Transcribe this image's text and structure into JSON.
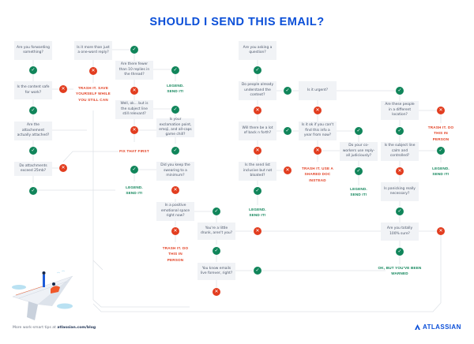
{
  "title": "SHOULD I SEND THIS EMAIL?",
  "colors": {
    "title": "#0b4fd8",
    "yes": "#10855a",
    "no": "#e23d1f",
    "box": "#f1f3f6",
    "line": "#dfe3e8"
  },
  "icons": {
    "yes": "✓",
    "no": "✕",
    "yes_name": "check-icon",
    "no_name": "x-icon"
  },
  "questions": {
    "forwarding": "Are you forwarding something?",
    "safe_for_work": "Is the content safe for work?",
    "attachment_attached": "Are the attachement actually attached?",
    "attachments_size": "Do attachments exceed 25mb?",
    "one_word_reply": "Is it more than just a one-word reply?",
    "fewer_replies": "Are there fewer than 10 replies in the thread?",
    "subject_relevant": "Well, ok... but is the subject line still relevant?",
    "exclamation": "Is your exclamation point, emoji, and all-caps game chill?",
    "swearing": "Did you keep the swearing to a minimum?",
    "emotional_space": "In a positive emotional space right now?",
    "drunk": "You're a little drunk, aren't you?",
    "emails_forever": "You know emails live forever, right?",
    "asking_question": "Are you asking a question?",
    "understand_context": "Do people already understand the context?",
    "urgent": "Is it urgent?",
    "back_n_forth": "Will there be a lot of back n forth?",
    "send_list": "Is the send list inclusive but not bloated?",
    "find_info": "Is it ok if you can't find this info a year from now?",
    "reply_all": "Do your co-workers use reply-all judiciously?",
    "different_location": "Are these people in a different location?",
    "subject_calm": "Is the subject line calm and controlled?",
    "panicking": "Is panicking really necessary?",
    "totally_sure": "Are you totally 100% sure?"
  },
  "outcomes": {
    "trash_save": "TRASH IT. SAVE YOURSELF WHILE YOU STILL CAN",
    "legend_1": "LEGEND. SEND IT!",
    "fix_first": "FIX THAT FIRST",
    "legend_2": "LEGEND. SEND IT!",
    "trash_person_1": "TRASH IT. DO THIS IN PERSON",
    "legend_3": "LEGEND. SEND IT!",
    "trash_shared_doc": "TRASH IT. USE A SHARED DOC INSTEAD",
    "legend_4": "LEGEND. SEND IT!",
    "trash_person_2": "TRASH IT. DO THIS IN PERSON",
    "legend_5": "LEGEND. SEND IT!",
    "ok_warned": "OK, BUT YOU'VE BEEN WARNED"
  },
  "footer": {
    "prefix": "More work-smart tips at ",
    "link": "atlassian.com/blog"
  },
  "brand": {
    "name": "ATLASSIAN"
  }
}
